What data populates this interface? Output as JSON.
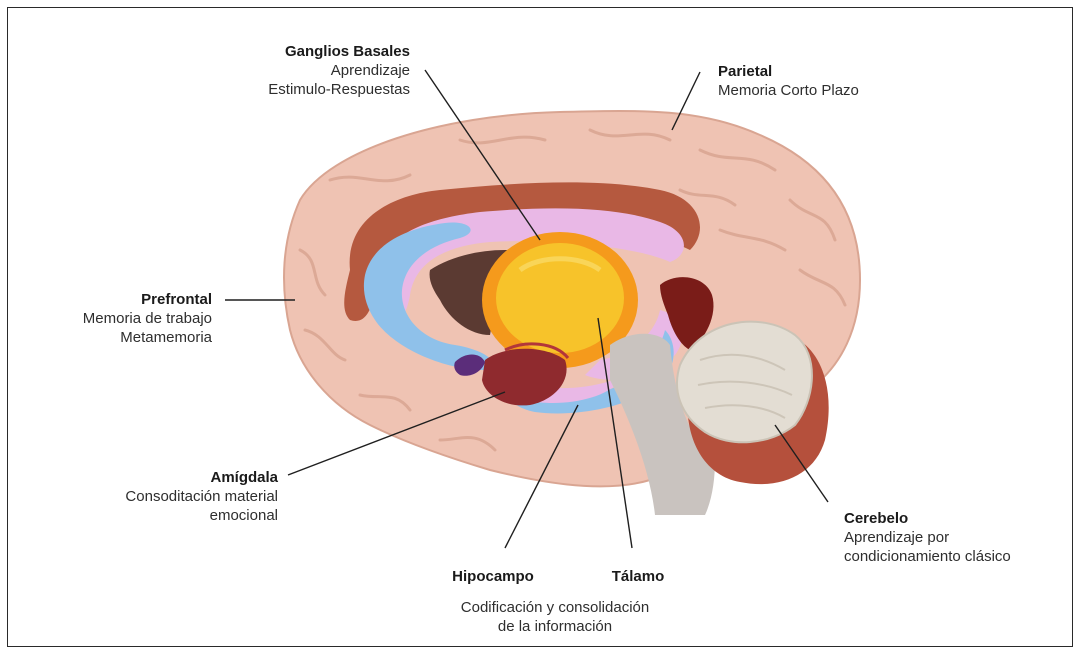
{
  "labels": {
    "basal_ganglia": {
      "title": "Ganglios Basales",
      "lines": [
        "Aprendizaje",
        "Estimulo-Respuestas"
      ]
    },
    "parietal": {
      "title": "Parietal",
      "lines": [
        "Memoria Corto Plazo"
      ]
    },
    "prefrontal": {
      "title": "Prefrontal",
      "lines": [
        "Memoria de trabajo",
        "Metamemoria"
      ]
    },
    "amygdala": {
      "title": "Amígdala",
      "lines": [
        "Consoditación material",
        "emocional"
      ]
    },
    "cerebellum": {
      "title": "Cerebelo",
      "lines": [
        "Aprendizaje por",
        "condicionamiento clásico"
      ]
    },
    "hippocampus": {
      "title": "Hipocampo"
    },
    "thalamus": {
      "title": "Tálamo"
    },
    "shared_caption": {
      "lines": [
        "Codificación y consolidación",
        "de la información"
      ]
    }
  },
  "colors": {
    "cortex": "#efc3b3",
    "cortex_shade": "#e2aa98",
    "cingulate": "#b5593f",
    "corpus_callosum": "#e9b8e6",
    "ventricle": "#8fc1ea",
    "fornix_dark": "#5b3a32",
    "striatum_ring": "#f59a1c",
    "thalamus": "#f7c32a",
    "brainstem": "#c9c3bf",
    "amygdala": "#8f2a2e",
    "cerebellum": "#e3ddd3",
    "cerebellum_rim": "#b5503c",
    "purple_nucleus": "#5b2d7a",
    "pineal_dark": "#7a1c18"
  }
}
